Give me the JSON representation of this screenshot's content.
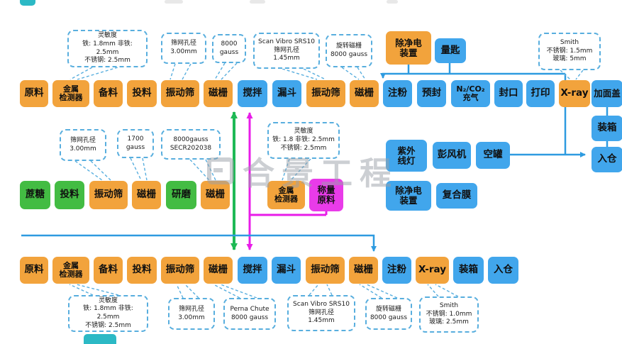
{
  "watermark": {
    "text": "合景工程"
  },
  "colors": {
    "node_orange": "#F2A33C",
    "node_blue": "#41A6EC",
    "node_green": "#43BC43",
    "node_magenta": "#E93BE9",
    "node_teal": "#2CB9C5",
    "line_blue": "#2E9BE0",
    "arrow_green": "#1EB955",
    "arrow_magenta": "#E81CE8",
    "callout_border": "#58AEDE"
  },
  "top_row": [
    "原料",
    "金属\n检测器",
    "备料",
    "投料",
    "振动筛",
    "磁栅",
    "搅拌",
    "漏斗",
    "振动筛",
    "磁栅",
    "注粉",
    "预封",
    "N₂/CO₂\n充气",
    "封口",
    "打印",
    "X-ray",
    "加面盖"
  ],
  "right_col": [
    "装箱",
    "入仓"
  ],
  "top_callouts": [
    "灵敏度\n铁: 1.8mm 非铁: 2.5mm\n不锈钢: 2.5mm",
    "筛网孔径\n3.00mm",
    "8000\ngauss",
    "Scan Vibro SRS10\n筛网孔径\n1.45mm",
    "旋转磁栅\n8000 gauss",
    "Smith\n不锈钢: 1.5mm\n玻璃: 5mm"
  ],
  "top_boxes": [
    "除净电\n装置",
    "量匙"
  ],
  "mid_callouts": [
    "筛网孔径\n3.00mm",
    "1700\ngauss",
    "8000gauss\nSECR202038",
    "灵敏度\n铁: 1.8 非铁: 2.5mm\n不锈钢: 2.5mm"
  ],
  "mid_row": [
    "蔗糖",
    "投料",
    "振动筛",
    "磁栅",
    "研磨",
    "磁栅",
    "金属\n检测器",
    "称量\n原料",
    "除净电\n装置",
    "复合膜"
  ],
  "mid_right": [
    "紫外\n线灯",
    "彭风机",
    "空罐"
  ],
  "bottom_row": [
    "原料",
    "金属\n检测器",
    "备料",
    "投料",
    "振动筛",
    "磁栅",
    "搅拌",
    "漏斗",
    "振动筛",
    "磁栅",
    "注粉",
    "X-ray",
    "装箱",
    "入仓"
  ],
  "bottom_callouts": [
    "灵敏度\n铁: 1.8mm 非铁: 2.5mm\n不锈钢: 2.5mm",
    "筛网孔径\n3.00mm",
    "Perna Chute\n8000 gauss",
    "Scan Vibro SRS10\n筛网孔径\n1.45mm",
    "旋转磁栅\n8000 gauss",
    "Smith\n不锈钢: 1.0mm\n玻璃: 2.5mm"
  ]
}
